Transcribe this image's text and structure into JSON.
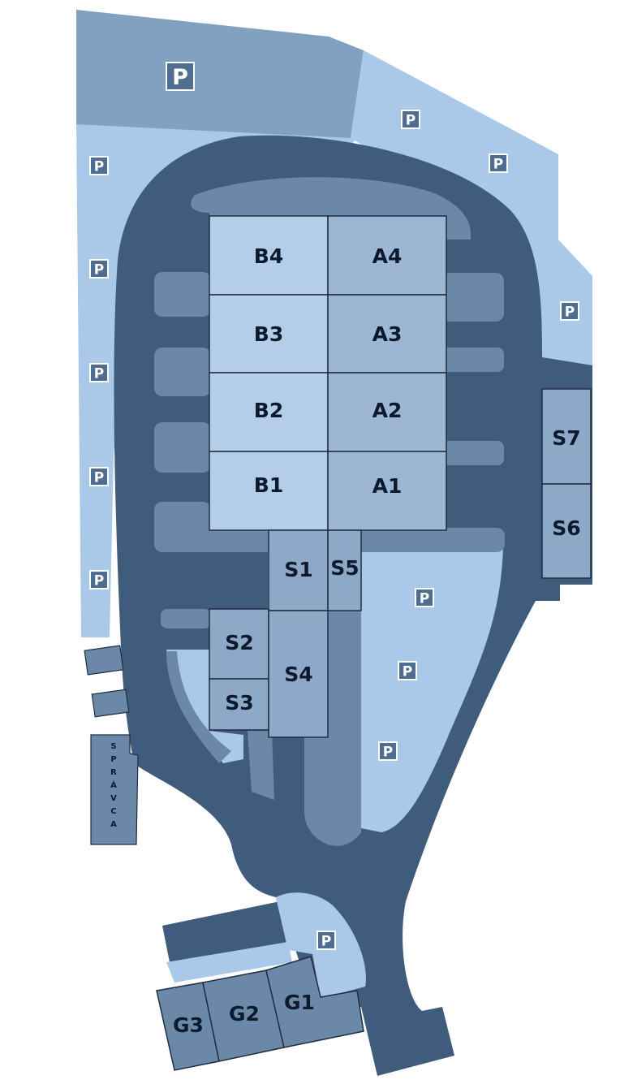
{
  "colors": {
    "road": "#405c7c",
    "light_lot": "#aac8e8",
    "mid_lot": "#82a0c0",
    "strip": "#6c88a8",
    "block_light": "#b4cde9",
    "block_mid": "#9cb6d4",
    "block_stroke": "#1f2d40"
  },
  "blocks": {
    "B4": "B4",
    "A4": "A4",
    "B3": "B3",
    "A3": "A3",
    "B2": "B2",
    "A2": "A2",
    "B1": "B1",
    "A1": "A1",
    "S1": "S1",
    "S5": "S5",
    "S2": "S2",
    "S3": "S3",
    "S4": "S4",
    "S7": "S7",
    "S6": "S6",
    "G1": "G1",
    "G2": "G2",
    "G3": "G3"
  },
  "parking_symbol": "P",
  "parking_icon": "parking-icon",
  "admin_building": {
    "letters": [
      "S",
      "P",
      "R",
      "Á",
      "V",
      "C",
      "A"
    ]
  }
}
